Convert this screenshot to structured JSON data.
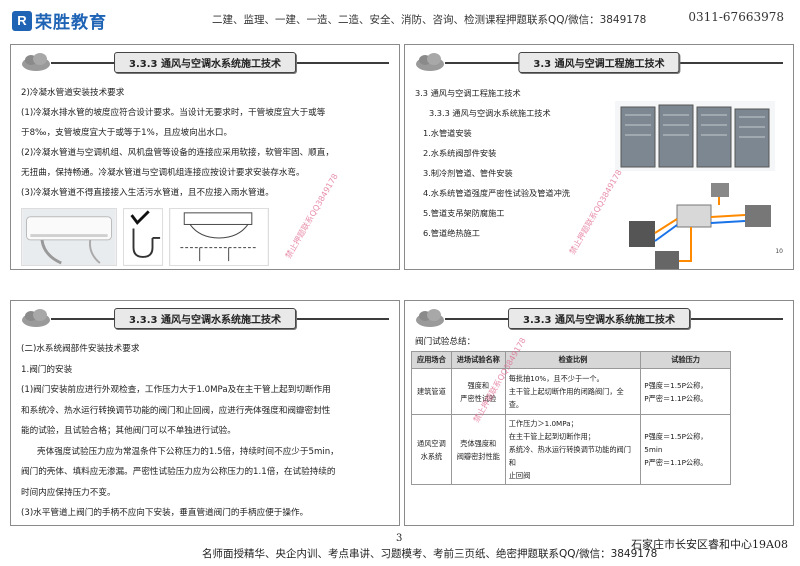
{
  "header": {
    "logo_mark": "R",
    "logo_text": "荣胜教育",
    "banner": "二建、监理、一建、一造、二造、安全、消防、咨询、检测课程押题联系QQ/微信：3849178",
    "phone": "0311-67663978"
  },
  "slide1": {
    "title": "3.3.3 通风与空调水系统施工技术",
    "lines": [
      "2)冷凝水管道安装技术要求",
      "(1)冷凝水排水管的坡度应符合设计要求。当设计无要求时，干管坡度宜大于或等",
      "于8‰，支管坡度宜大于或等于1%，且应坡向出水口。",
      "(2)冷凝水管道与空调机组、风机盘管等设备的连接应采用软接，软管牢固、顺直，",
      "无扭曲，保持畅通。冷凝水管道与空调机组连接应按设计要求安装存水弯。",
      "(3)冷凝水管道不得直接接入生活污水管道，且不应接入雨水管道。"
    ],
    "watermark": "禁止押题联系QQ3849178"
  },
  "slide2": {
    "title": "3.3  通风与空调工程施工技术",
    "lines": [
      "3.3 通风与空调工程施工技术",
      "3.3.3 通风与空调水系统施工技术",
      "1.水管道安装",
      "2.水系统阀部件安装",
      "3.制冷剂管道、管件安装",
      "4.水系统管道强度严密性试验及管道冲洗",
      "5.管道支吊架防腐施工",
      "6.管道绝热施工"
    ],
    "page_number": "10",
    "watermark": "禁止押题联系QQ3849178"
  },
  "slide3": {
    "title": "3.3.3 通风与空调水系统施工技术",
    "lines": [
      "(二)水系统阀部件安装技术要求",
      "1.阀门的安装",
      "(1)阀门安装前应进行外观检查，工作压力大于1.0MPa及在主干管上起到切断作用",
      "和系统冷、热水运行转换调节功能的阀门和止回阀，应进行壳体强度和阀瓣密封性",
      "能的试验，且试验合格；其他阀门可以不单独进行试验。",
      "壳体强度试验压力应为常温条件下公称压力的1.5倍，持续时间不应少于5min，",
      "阀门的壳体、填料应无渗漏。严密性试验压力应为公称压力的1.1倍，在试验持续的",
      "时间内应保持压力不变。",
      "(3)水平管道上阀门的手柄不应向下安装，垂直管道阀门的手柄应便于操作。"
    ]
  },
  "slide4": {
    "title": "3.3.3 通风与空调水系统施工技术",
    "caption": "阀门试验总结：",
    "table": {
      "headers": [
        "应用场合",
        "进场试验名称",
        "检查比例",
        "试验压力"
      ],
      "rows": [
        {
          "place": "建筑管道",
          "test": [
            "强度和",
            "严密性试验"
          ],
          "ratio": [
            "每批抽10%，且不少于一个。",
            "主干管上起切断作用的闭路阀门，全查。"
          ],
          "pressure": [
            "P强度＝1.5P公称，",
            "P严密＝1.1P公称。"
          ]
        },
        {
          "place": [
            "通风空调",
            "水系统"
          ],
          "test": [
            "壳体强度和",
            "阀瓣密封性能"
          ],
          "ratio": [
            "工作压力＞1.0MPa；",
            "在主干管上起到切断作用；",
            "系统冷、热水运行转换调节功能的阀门和",
            "止回阀"
          ],
          "pressure": [
            "P强度＝1.5P公称，",
            "5min",
            "P严密＝1.1P公称。"
          ]
        }
      ]
    },
    "watermark": "禁止押题联系QQ3849178"
  },
  "footer": {
    "page": "3",
    "banner": "名师面授精华、央企内训、考点串讲、习题模考、考前三页纸、绝密押题联系QQ/微信：3849178",
    "address": "石家庄市长安区睿和中心19A08"
  }
}
